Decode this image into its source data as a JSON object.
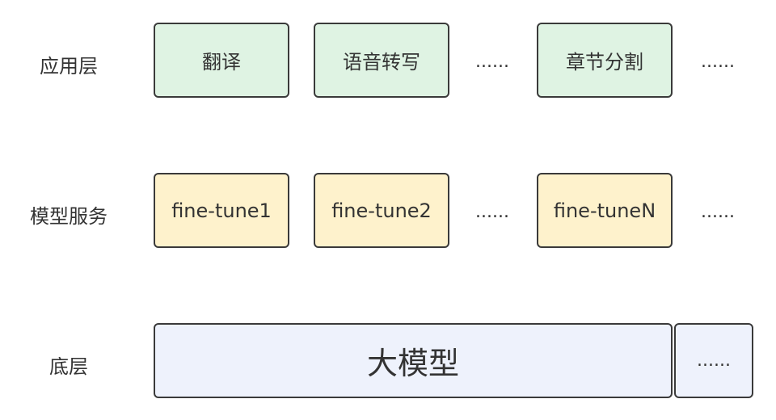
{
  "rows": {
    "app": {
      "label": "应用层",
      "boxes": [
        "翻译",
        "语音转写",
        "章节分割"
      ],
      "ellipsis": [
        "......",
        "......"
      ]
    },
    "model": {
      "label": "模型服务",
      "boxes": [
        "fine-tune1",
        "fine-tune2",
        "fine-tuneN"
      ],
      "ellipsis": [
        "......",
        "......"
      ]
    },
    "base": {
      "label": "底层",
      "main": "大模型",
      "ellipsis": "......"
    }
  },
  "colors": {
    "app_fill": "#dff3e3",
    "model_fill": "#fef2cc",
    "base_fill": "#eef2fc",
    "border": "#3a3a3a"
  }
}
